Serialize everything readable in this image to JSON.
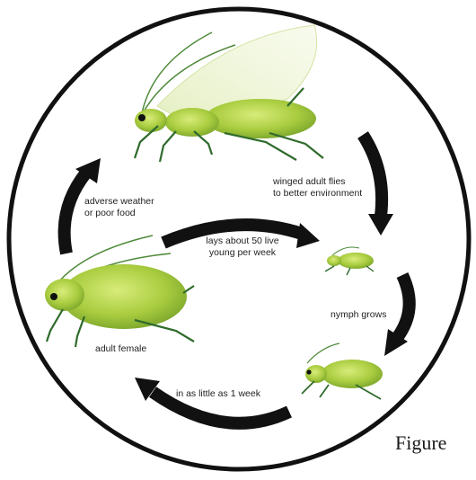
{
  "labels": {
    "winged": [
      "winged adult flies",
      "to better environment"
    ],
    "adverse": [
      "adverse weather",
      "or poor food"
    ],
    "lays": [
      "lays about 50 live",
      "young per week"
    ],
    "nymph_grows": "nymph grows",
    "adult_female": "adult female",
    "little": "in as little as 1 week"
  },
  "caption_fragment": "Figure",
  "colors": {
    "body_light": "#c6e15a",
    "body_mid": "#9cc43a",
    "body_dark": "#6e9a26",
    "leg": "#2f6b2c",
    "wing": "#e6f1c4",
    "arrow": "#111111",
    "ring": "#111111"
  }
}
